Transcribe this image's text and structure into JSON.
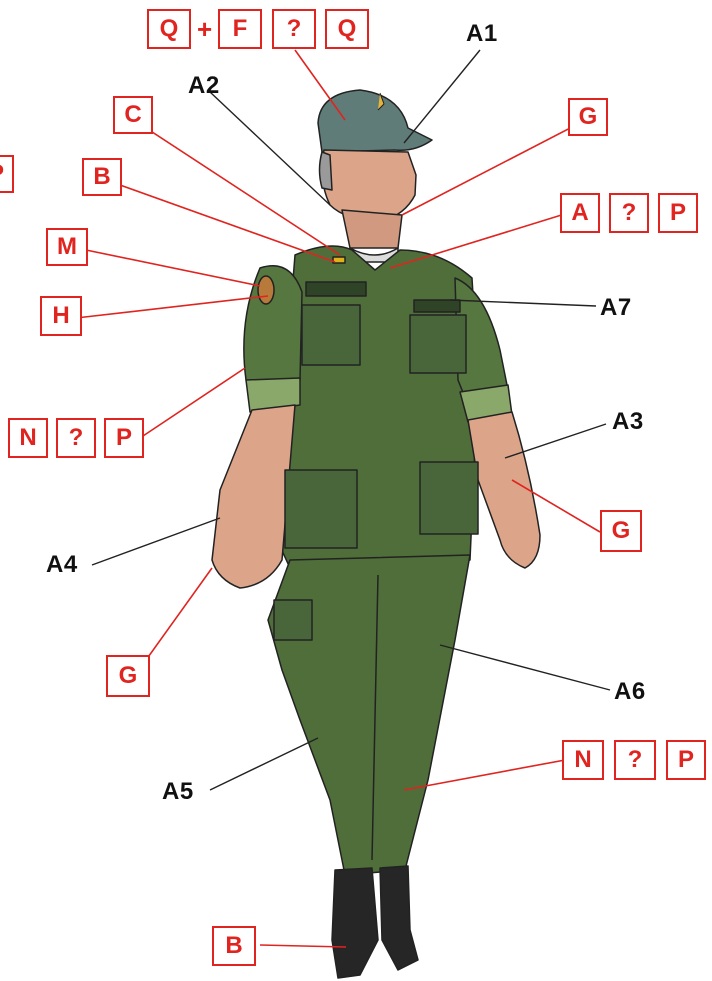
{
  "parts": {
    "a1": "A1",
    "a2": "A2",
    "a3": "A3",
    "a4": "A4",
    "a5": "A5",
    "a6": "A6",
    "a7": "A7"
  },
  "codes": {
    "cap": [
      "Q",
      "+",
      "F",
      "?",
      "Q"
    ],
    "face": "G",
    "collar": "C",
    "shoulder": "B",
    "tshirt": [
      "A",
      "?",
      "P"
    ],
    "patch_m": "M",
    "patch_h": "H",
    "sleeve": [
      "N",
      "?",
      "P"
    ],
    "left_hand": "G",
    "right_hand": "G",
    "trousers": [
      "N",
      "?",
      "P"
    ],
    "boots": "B",
    "edge_left_top": "P"
  },
  "colors": {
    "code_red": "#e02420",
    "uniform_green": "#4f6e3a",
    "cap_grey": "#5f7c78",
    "skin": "#dca58a",
    "boot": "#262626"
  }
}
